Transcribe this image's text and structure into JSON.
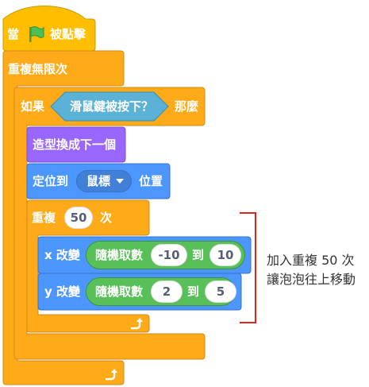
{
  "blocks": {
    "when_flag": {
      "prefix": "當",
      "flag_icon": "green-flag-icon",
      "suffix": "被點擊"
    },
    "forever": {
      "label": "重複無限次",
      "loop_icon": "loop-arrow-icon"
    },
    "if_block": {
      "label_if": "如果",
      "condition": "滑鼠鍵被按下？",
      "label_then": "那麼"
    },
    "next_costume": {
      "label": "造型換成下一個"
    },
    "go_to": {
      "label": "定位到",
      "dropdown": "鼠標",
      "suffix": "位置"
    },
    "repeat": {
      "label": "重複",
      "count": "50",
      "suffix": "次",
      "loop_icon": "loop-arrow-icon"
    },
    "change_x": {
      "label": "x 改變",
      "random_label": "隨機取數",
      "from": "-10",
      "to_label": "到",
      "to": "10"
    },
    "change_y": {
      "label": "y 改變",
      "random_label": "隨機取數",
      "from": "2",
      "to_label": "到",
      "to": "5"
    }
  },
  "annotation": {
    "line1": "加入重複 50 次",
    "line2": "讓泡泡往上移動"
  },
  "colors": {
    "events": "#ffbf00",
    "control": "#ffab19",
    "control_border": "#cf8b17",
    "sensing": "#5cb1d6",
    "looks": "#9966ff",
    "motion": "#4c97ff",
    "operators": "#59c059",
    "bracket": "#e0241c"
  }
}
